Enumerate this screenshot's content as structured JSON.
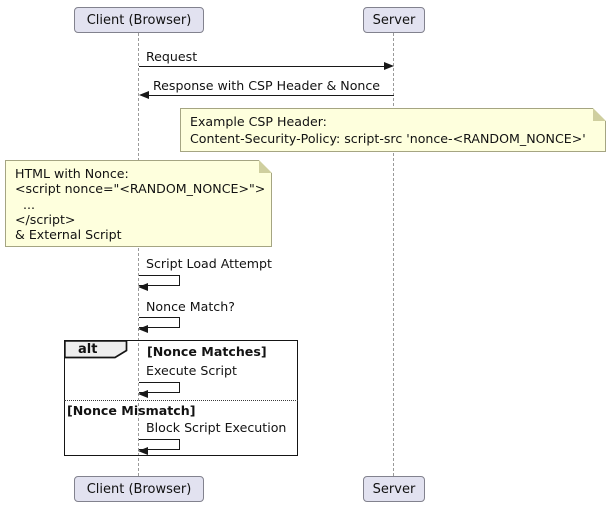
{
  "diagram": {
    "type": "sequence-diagram",
    "participants": {
      "client": "Client (Browser)",
      "server": "Server"
    },
    "messages": {
      "request": "Request",
      "response": "Response with CSP Header & Nonce",
      "script_load": "Script Load Attempt",
      "nonce_match": "Nonce Match?",
      "execute_script": "Execute Script",
      "block_script": "Block Script Execution"
    },
    "notes": {
      "csp_header": {
        "lines": [
          "Example CSP Header:",
          "Content-Security-Policy: script-src 'nonce-<RANDOM_NONCE>'"
        ]
      },
      "html_nonce": {
        "lines": [
          "HTML with Nonce:",
          "<script nonce=\"<RANDOM_NONCE>\">",
          "  ...",
          "</script>",
          "& External Script"
        ]
      }
    },
    "alt_frame": {
      "operator": "alt",
      "condition_matches": "[Nonce Matches]",
      "condition_mismatch": "[Nonce Mismatch]"
    },
    "colors": {
      "participant_fill": "#E2E2F0",
      "participant_border": "#82828E",
      "note_fill": "#FEFFDD",
      "note_border": "#A5A582",
      "lifeline": "#9A9A9A",
      "arrow": "#181818",
      "frame_border": "#151515",
      "frame_label_fill": "#EEEEEE",
      "background": "#FFFFFF"
    }
  }
}
